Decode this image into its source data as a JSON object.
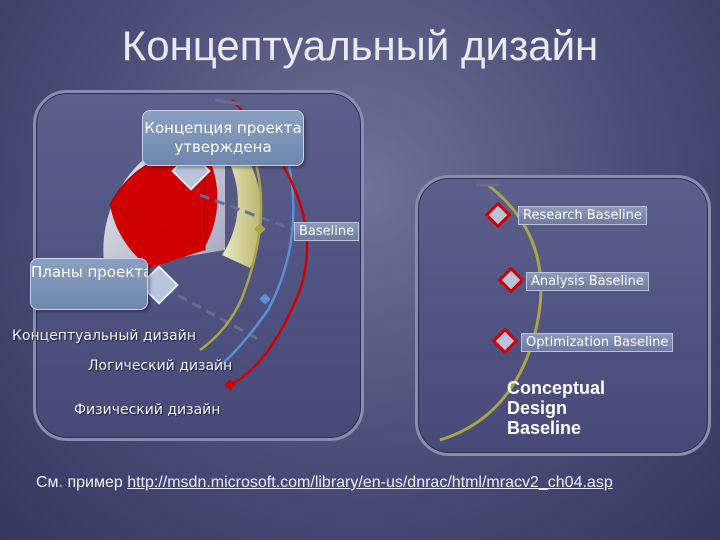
{
  "title": "Концептуальный дизайн",
  "left_diagram": {
    "callout_approved": "Концепция проекта утверждена",
    "callout_plans": "Планы проекта утверждены",
    "baseline_label": "Baseline",
    "stages": {
      "conceptual": "Концептуальный дизайн",
      "logical": "Логический дизайн",
      "physical": "Физический дизайн"
    }
  },
  "right_diagram": {
    "research": "Research Baseline",
    "analysis": "Analysis Baseline",
    "optimization": "Optimization Baseline",
    "conceptual_design_baseline": "Conceptual Design Baseline"
  },
  "footer": {
    "prefix": "См. пример",
    "link": "http://msdn.microsoft.com/library/en-us/dnrac/html/mracv2_ch04.asp"
  },
  "colors": {
    "red_wedge": "#d10000",
    "olive_arc": "#aaa645",
    "blue_arc": "#5b8fd6",
    "red_arc": "#d10000",
    "diamond": "#b8c4dc"
  }
}
